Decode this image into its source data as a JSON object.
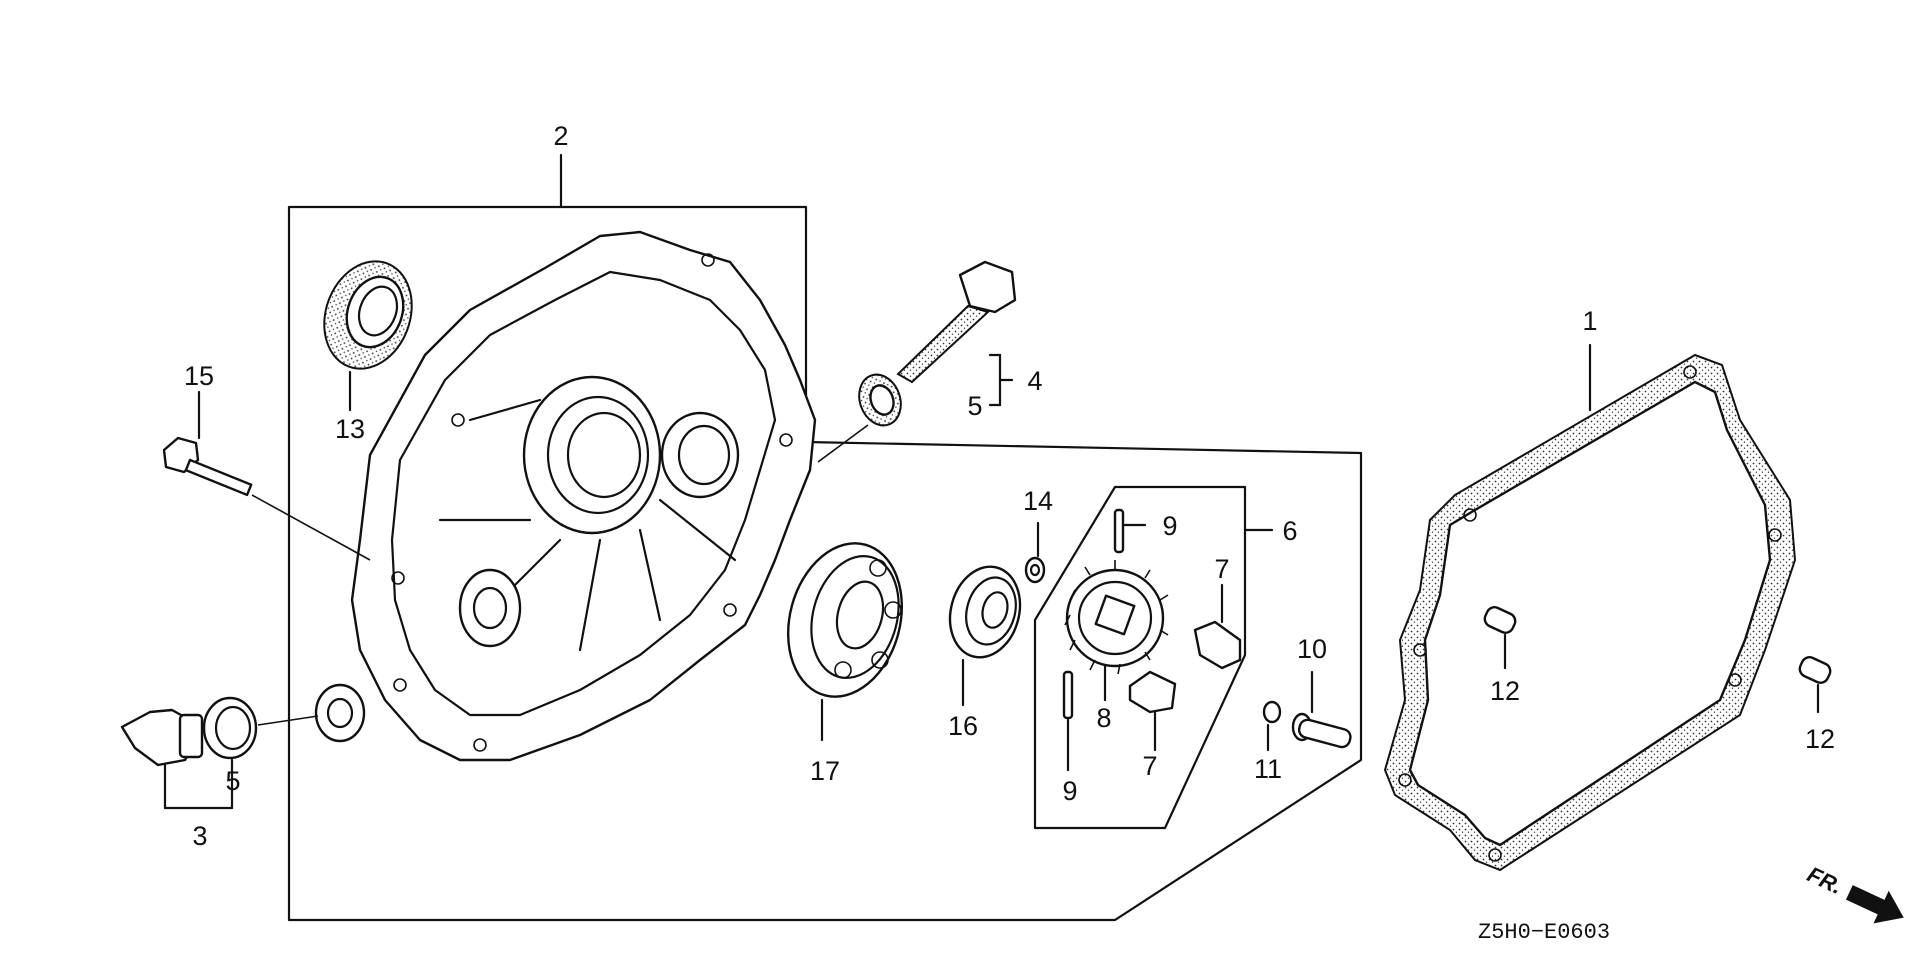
{
  "callouts": {
    "c1": "1",
    "c2": "2",
    "c3": "3",
    "c4": "4",
    "c5a": "5",
    "c5b": "5",
    "c6": "6",
    "c7a": "7",
    "c7b": "7",
    "c8": "8",
    "c9a": "9",
    "c9b": "9",
    "c10": "10",
    "c11": "11",
    "c12a": "12",
    "c12b": "12",
    "c13": "13",
    "c14": "14",
    "c15": "15",
    "c16": "16",
    "c17": "17"
  },
  "direction_marker": "FR.",
  "diagram_code": "Z5H0−E0603"
}
